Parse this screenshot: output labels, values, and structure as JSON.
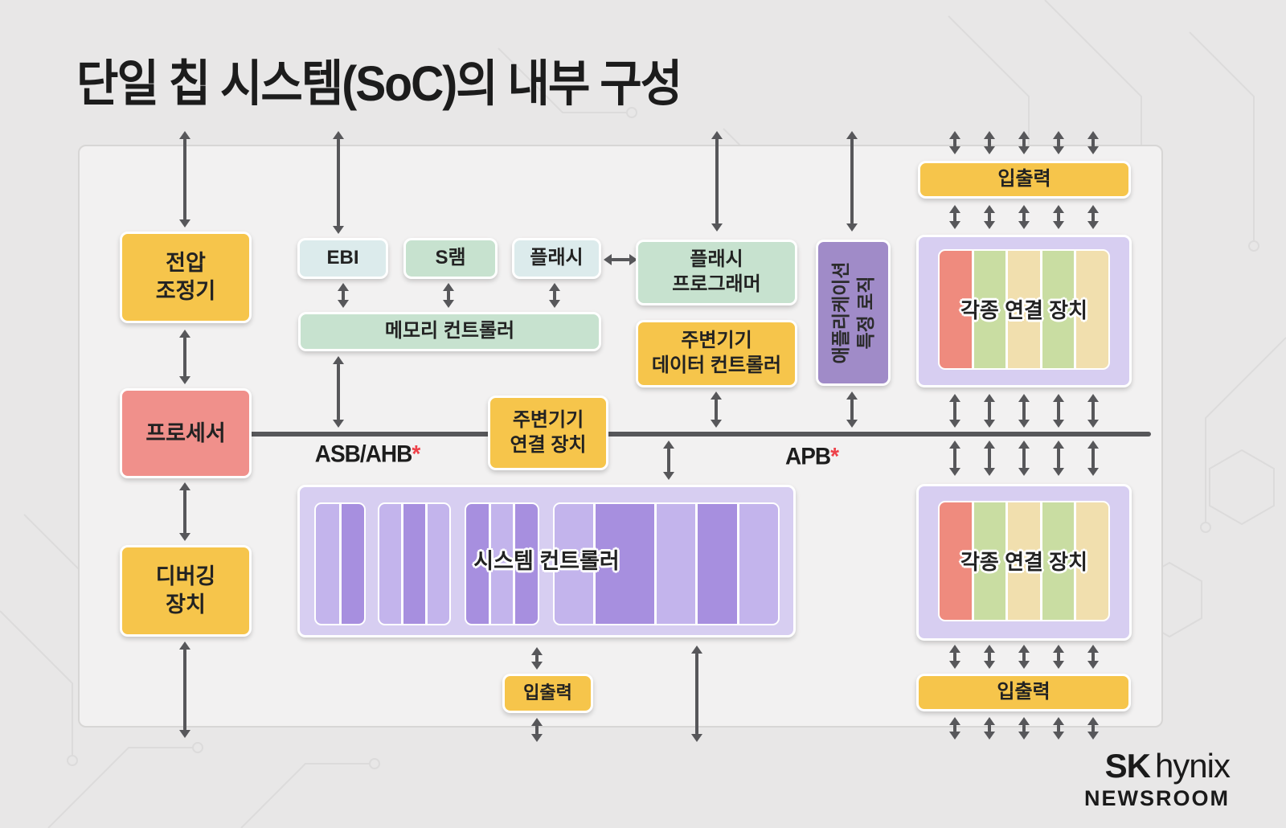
{
  "title": "단일 칩 시스템(SoC)의 내부 구성",
  "bus": {
    "ahb_label": "ASB/AHB",
    "apb_label": "APB",
    "footnote_mark": "*"
  },
  "blocks": {
    "voltage_regulator": "전압\n조정기",
    "processor": "프로세서",
    "debug_unit": "디버깅\n장치",
    "ebi": "EBI",
    "sram": "S램",
    "flash": "플래시",
    "flash_programmer": "플래시\n프로그래머",
    "memory_controller": "메모리 컨트롤러",
    "peripheral_data_controller": "주변기기\n데이터 컨트롤러",
    "application_specific_logic": "애플리케이션\n특정 로직",
    "peripheral_bridge": "주변기기\n연결 장치",
    "system_controller": "시스템 컨트롤러",
    "io": "입출력",
    "connectors": "각종 연결 장치"
  },
  "footer": {
    "brand_sk": "SK",
    "brand_hynix": "hynix",
    "brand_newsroom": "NEWSROOM"
  },
  "colors": {
    "block_yellow": "#f6c54b",
    "block_salmon": "#f0908b",
    "block_teal": "#dcebec",
    "block_green": "#c7e2cf",
    "block_purple": "#a08bc8",
    "block_lavender": "#d7cef1",
    "stripe_light_purple": "#c3b4ec",
    "stripe_medium_purple": "#a78fdf",
    "stripe_salmon": "#ef8b7e",
    "stripe_green": "#c9dda2",
    "stripe_tan": "#f1dfae",
    "bus_gray": "#57575a",
    "asterisk_red": "#ee4149"
  }
}
